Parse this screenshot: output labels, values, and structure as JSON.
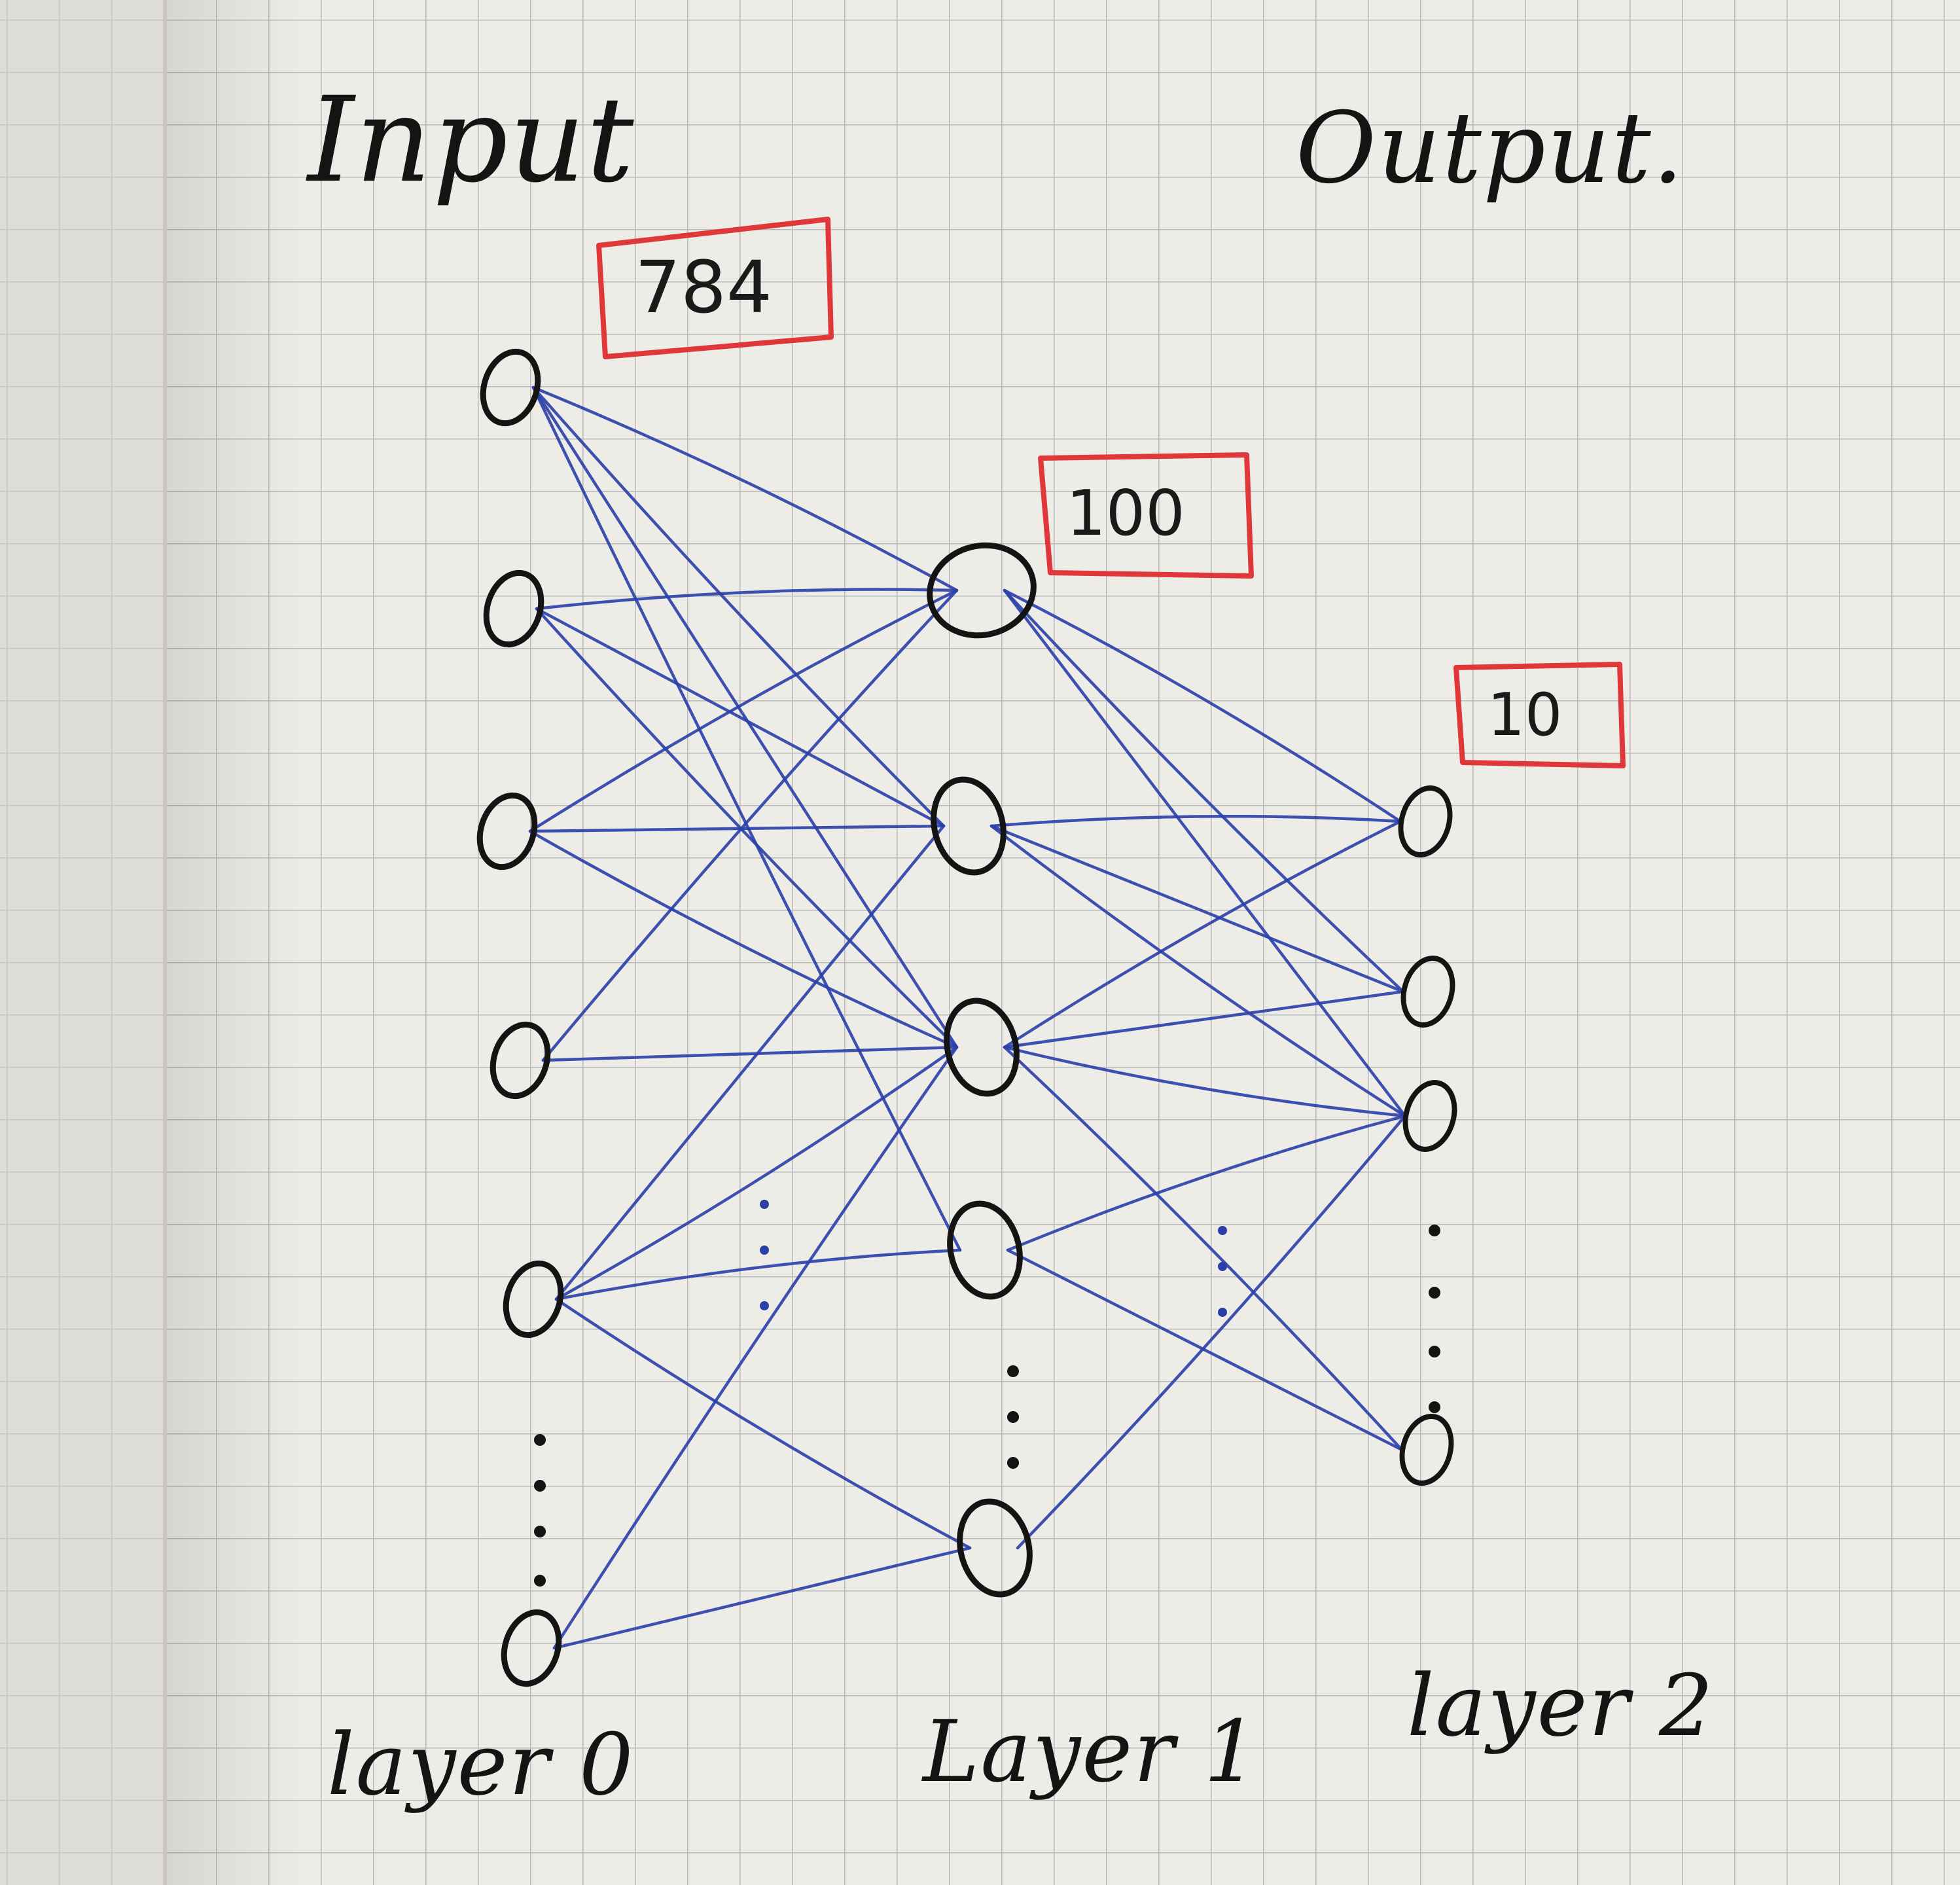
{
  "labels": {
    "input": "Input",
    "output": "Output.",
    "layer0": "layer 0",
    "layer1": "Layer 1",
    "layer2": "layer 2"
  },
  "sizes": {
    "layer0": "784",
    "layer1": "100",
    "layer2": "10"
  },
  "colors": {
    "ink": "#141414",
    "edge_ink": "#2a3fa8",
    "box_ink": "#e0383a",
    "grid": "#b9b9b9",
    "paper": "#eeece7"
  }
}
